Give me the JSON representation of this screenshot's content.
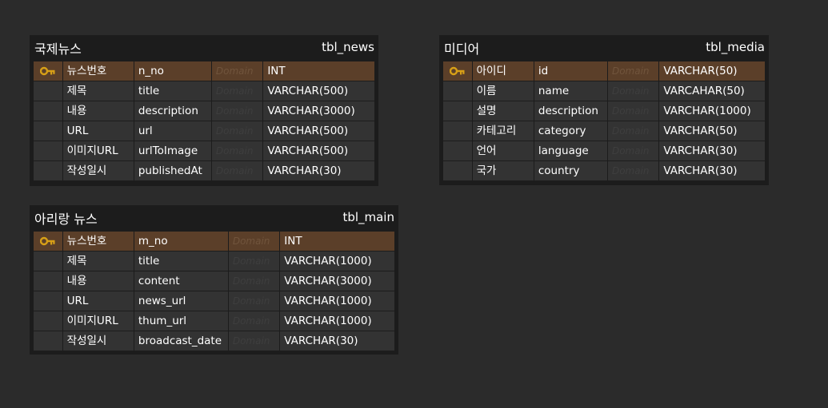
{
  "tables": [
    {
      "logical_name": "국제뉴스",
      "physical_name": "tbl_news",
      "columns": [
        {
          "logical": "뉴스번호",
          "physical": "n_no",
          "domain": "Domain",
          "type": "INT",
          "primary_key": true
        },
        {
          "logical": "제목",
          "physical": "title",
          "domain": "Domain",
          "type": "VARCHAR(500)",
          "primary_key": false
        },
        {
          "logical": "내용",
          "physical": "description",
          "domain": "Domain",
          "type": "VARCHAR(3000)",
          "primary_key": false
        },
        {
          "logical": "URL",
          "physical": "url",
          "domain": "Domain",
          "type": "VARCHAR(500)",
          "primary_key": false
        },
        {
          "logical": "이미지URL",
          "physical": "urlToImage",
          "domain": "Domain",
          "type": "VARCHAR(500)",
          "primary_key": false
        },
        {
          "logical": "작성일시",
          "physical": "publishedAt",
          "domain": "Domain",
          "type": "VARCHAR(30)",
          "primary_key": false
        }
      ]
    },
    {
      "logical_name": "미디어",
      "physical_name": "tbl_media",
      "columns": [
        {
          "logical": "아이디",
          "physical": "id",
          "domain": "Domain",
          "type": "VARCHAR(50)",
          "primary_key": true
        },
        {
          "logical": "이름",
          "physical": "name",
          "domain": "Domain",
          "type": "VARCAHAR(50)",
          "primary_key": false
        },
        {
          "logical": "설명",
          "physical": "description",
          "domain": "Domain",
          "type": "VARCHAR(1000)",
          "primary_key": false
        },
        {
          "logical": "카테고리",
          "physical": "category",
          "domain": "Domain",
          "type": "VARCHAR(50)",
          "primary_key": false
        },
        {
          "logical": "언어",
          "physical": "language",
          "domain": "Domain",
          "type": "VARCHAR(30)",
          "primary_key": false
        },
        {
          "logical": "국가",
          "physical": "country",
          "domain": "Domain",
          "type": "VARCHAR(30)",
          "primary_key": false
        }
      ]
    },
    {
      "logical_name": "아리랑 뉴스",
      "physical_name": "tbl_main",
      "columns": [
        {
          "logical": "뉴스번호",
          "physical": "m_no",
          "domain": "Domain",
          "type": "INT",
          "primary_key": true
        },
        {
          "logical": "제목",
          "physical": "title",
          "domain": "Domain",
          "type": "VARCHAR(1000)",
          "primary_key": false
        },
        {
          "logical": "내용",
          "physical": "content",
          "domain": "Domain",
          "type": "VARCHAR(3000)",
          "primary_key": false
        },
        {
          "logical": "URL",
          "physical": "news_url",
          "domain": "Domain",
          "type": "VARCHAR(1000)",
          "primary_key": false
        },
        {
          "logical": "이미지URL",
          "physical": "thum_url",
          "domain": "Domain",
          "type": "VARCHAR(1000)",
          "primary_key": false
        },
        {
          "logical": "작성일시",
          "physical": "broadcast_date",
          "domain": "Domain",
          "type": "VARCHAR(30)",
          "primary_key": false
        }
      ]
    }
  ],
  "colors": {
    "canvas": "#2b2b2b",
    "table_frame": "#1c1c1c",
    "cell": "#333333",
    "primary_key_row": "#5b3f29",
    "key_icon": "#d8a017",
    "text": "#ffffff"
  },
  "icons": {
    "primary_key": "key-icon"
  }
}
